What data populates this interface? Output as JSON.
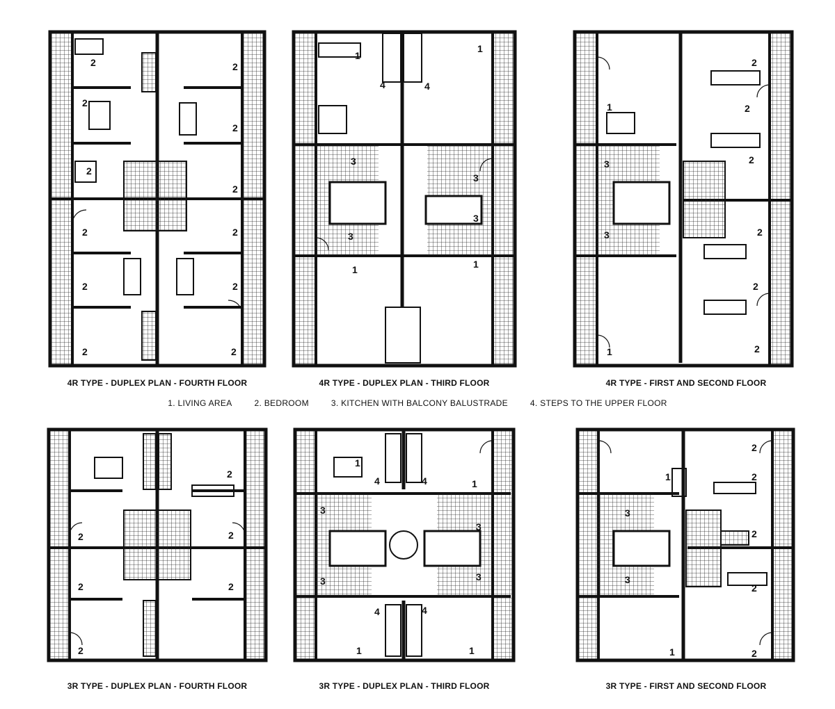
{
  "captions": {
    "p1": "4R TYPE - DUPLEX PLAN - FOURTH FLOOR",
    "p2": "4R TYPE - DUPLEX PLAN - THIRD FLOOR",
    "p3": "4R TYPE - FIRST AND SECOND FLOOR",
    "p4": "3R TYPE - DUPLEX PLAN - FOURTH FLOOR",
    "p5": "3R TYPE - DUPLEX PLAN - THIRD FLOOR",
    "p6": "3R TYPE - FIRST AND SECOND FLOOR"
  },
  "legend": [
    "1. LIVING AREA",
    "2. BEDROOM",
    "3. KITCHEN WITH BALCONY BALUSTRADE",
    "4. STEPS TO THE UPPER FLOOR"
  ],
  "plans": [
    {
      "id": "p1",
      "labels": [
        "2",
        "2",
        "2",
        "2",
        "2",
        "2",
        "2",
        "2",
        "2",
        "2",
        "2",
        "2"
      ]
    },
    {
      "id": "p2",
      "labels": [
        "1",
        "4",
        "4",
        "1",
        "3",
        "3",
        "3",
        "3",
        "1",
        "1"
      ]
    },
    {
      "id": "p3",
      "labels": [
        "1",
        "2",
        "2",
        "2",
        "3",
        "3",
        "2",
        "2",
        "1",
        "2"
      ]
    },
    {
      "id": "p4",
      "labels": [
        "2",
        "2",
        "2",
        "2",
        "2",
        "2"
      ]
    },
    {
      "id": "p5",
      "labels": [
        "1",
        "4",
        "4",
        "1",
        "3",
        "3",
        "3",
        "3",
        "4",
        "4",
        "1",
        "1"
      ]
    },
    {
      "id": "p6",
      "labels": [
        "1",
        "2",
        "2",
        "3",
        "3",
        "2",
        "2",
        "1",
        "2"
      ]
    }
  ]
}
